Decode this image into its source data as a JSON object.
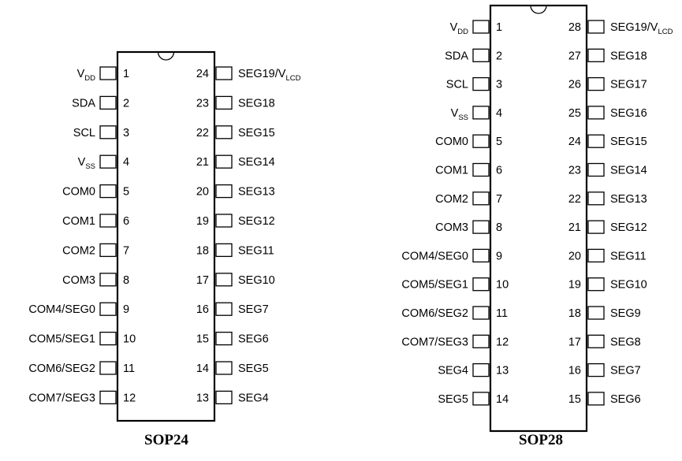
{
  "packages": [
    {
      "title": "SOP24",
      "left_pins": [
        {
          "num": "1",
          "name": "V",
          "sub": "DD"
        },
        {
          "num": "2",
          "name": "SDA"
        },
        {
          "num": "3",
          "name": "SCL"
        },
        {
          "num": "4",
          "name": "V",
          "sub": "SS"
        },
        {
          "num": "5",
          "name": "COM0"
        },
        {
          "num": "6",
          "name": "COM1"
        },
        {
          "num": "7",
          "name": "COM2"
        },
        {
          "num": "8",
          "name": "COM3"
        },
        {
          "num": "9",
          "name": "COM4/SEG0"
        },
        {
          "num": "10",
          "name": "COM5/SEG1"
        },
        {
          "num": "11",
          "name": "COM6/SEG2"
        },
        {
          "num": "12",
          "name": "COM7/SEG3"
        }
      ],
      "right_pins": [
        {
          "num": "24",
          "name": "SEG19/V",
          "sub": "LCD"
        },
        {
          "num": "23",
          "name": "SEG18"
        },
        {
          "num": "22",
          "name": "SEG15"
        },
        {
          "num": "21",
          "name": "SEG14"
        },
        {
          "num": "20",
          "name": "SEG13"
        },
        {
          "num": "19",
          "name": "SEG12"
        },
        {
          "num": "18",
          "name": "SEG11"
        },
        {
          "num": "17",
          "name": "SEG10"
        },
        {
          "num": "16",
          "name": "SEG7"
        },
        {
          "num": "15",
          "name": "SEG6"
        },
        {
          "num": "14",
          "name": "SEG5"
        },
        {
          "num": "13",
          "name": "SEG4"
        }
      ]
    },
    {
      "title": "SOP28",
      "left_pins": [
        {
          "num": "1",
          "name": "V",
          "sub": "DD"
        },
        {
          "num": "2",
          "name": "SDA"
        },
        {
          "num": "3",
          "name": "SCL"
        },
        {
          "num": "4",
          "name": "V",
          "sub": "SS"
        },
        {
          "num": "5",
          "name": "COM0"
        },
        {
          "num": "6",
          "name": "COM1"
        },
        {
          "num": "7",
          "name": "COM2"
        },
        {
          "num": "8",
          "name": "COM3"
        },
        {
          "num": "9",
          "name": "COM4/SEG0"
        },
        {
          "num": "10",
          "name": "COM5/SEG1"
        },
        {
          "num": "11",
          "name": "COM6/SEG2"
        },
        {
          "num": "12",
          "name": "COM7/SEG3"
        },
        {
          "num": "13",
          "name": "SEG4"
        },
        {
          "num": "14",
          "name": "SEG5"
        }
      ],
      "right_pins": [
        {
          "num": "28",
          "name": "SEG19/V",
          "sub": "LCD"
        },
        {
          "num": "27",
          "name": "SEG18"
        },
        {
          "num": "26",
          "name": "SEG17"
        },
        {
          "num": "25",
          "name": "SEG16"
        },
        {
          "num": "24",
          "name": "SEG15"
        },
        {
          "num": "23",
          "name": "SEG14"
        },
        {
          "num": "22",
          "name": "SEG13"
        },
        {
          "num": "21",
          "name": "SEG12"
        },
        {
          "num": "20",
          "name": "SEG11"
        },
        {
          "num": "19",
          "name": "SEG10"
        },
        {
          "num": "18",
          "name": "SEG9"
        },
        {
          "num": "17",
          "name": "SEG8"
        },
        {
          "num": "16",
          "name": "SEG7"
        },
        {
          "num": "15",
          "name": "SEG6"
        }
      ]
    }
  ]
}
